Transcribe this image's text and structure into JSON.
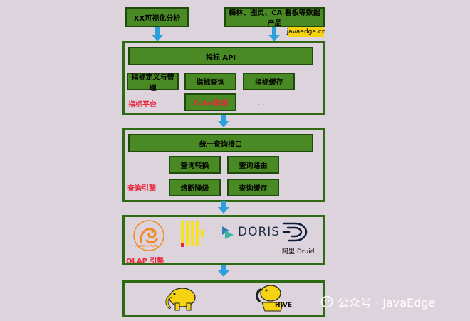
{
  "top": {
    "viz": "XX可视化分析",
    "products": "梅林、图灵、CA 看板等数据产品",
    "tag": "javaedge.cn"
  },
  "metric_platform": {
    "api": "指标 API",
    "define": "指标定义与管理",
    "query": "指标查询",
    "cache": "指标缓存",
    "cube": "Cube管理",
    "ellipsis": "...",
    "label": "指标平台"
  },
  "query_engine": {
    "unified": "统一查询接口",
    "convert": "查询转换",
    "route": "查询路由",
    "fuse": "熔断降级",
    "cache": "查询缓存",
    "label": "查询引擎"
  },
  "olap": {
    "label": "OLAP 引擎",
    "kylin_caption": "Apache Kylin",
    "doris": "DORIS",
    "druid_caption": "阿里 Druid"
  },
  "storage": {
    "hive": "HIVE"
  },
  "watermark": "公众号 · JavaEdge"
}
